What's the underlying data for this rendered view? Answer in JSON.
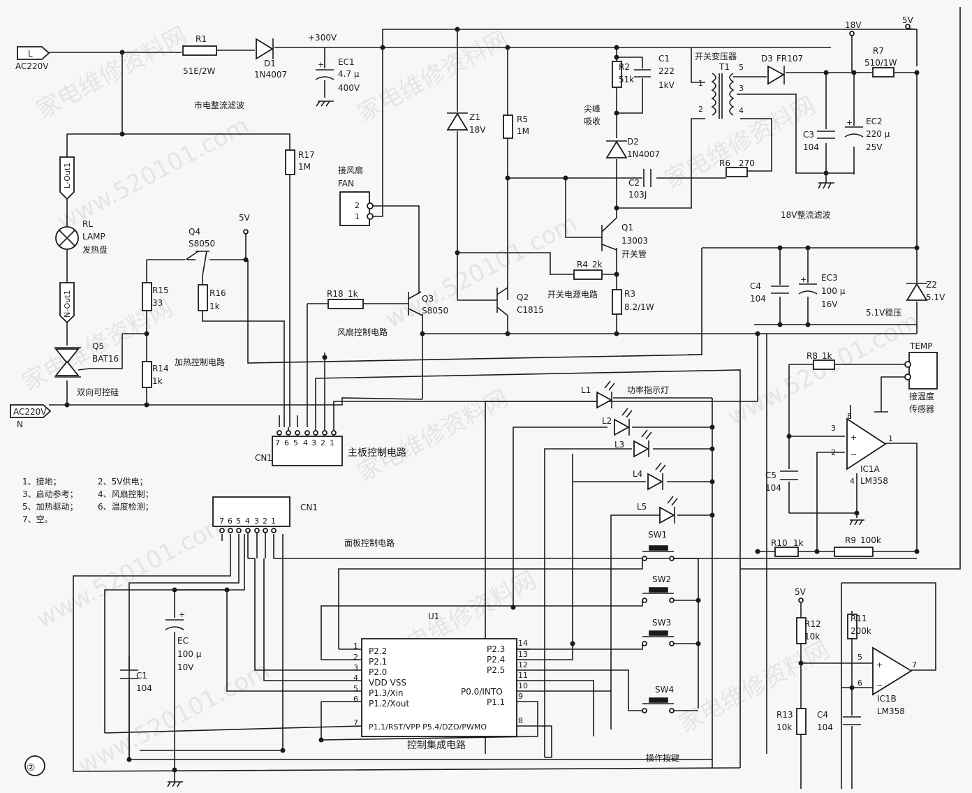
{
  "figure_number": "②",
  "watermark": [
    "家电维修资料网",
    "www.520101.com"
  ],
  "ac_inputs": {
    "line": "L",
    "line_label": "AC220V",
    "neutral_label": "AC220V",
    "neutral": "N"
  },
  "rails": {
    "hv": "+300V",
    "v18": "18V",
    "v5_top": "5V",
    "v5_q4": "5V",
    "v5_low": "5V"
  },
  "connectors": {
    "l_out": "L-Out1",
    "n_out": "N-Out1",
    "fan": "接风扇",
    "fan_sub": "FAN",
    "fan_pins": [
      "2",
      "1"
    ],
    "temp": "TEMP",
    "temp_label1": "接温度",
    "temp_label2": "传感器",
    "cn1_top": "CN1",
    "cn1_bottom": "CN1",
    "cn1_pins": [
      "7",
      "6",
      "5",
      "4",
      "3",
      "2",
      "1"
    ]
  },
  "components": {
    "r1": [
      "R1",
      "51E/2W"
    ],
    "d1": [
      "D1",
      "1N4007"
    ],
    "ec1": [
      "EC1",
      "4.7 μ",
      "400V"
    ],
    "r17": [
      "R17",
      "1M"
    ],
    "z1": [
      "Z1",
      "18V"
    ],
    "r5": [
      "R5",
      "1M"
    ],
    "r2": [
      "R2",
      "51k"
    ],
    "c1": [
      "C1",
      "222",
      "1kV"
    ],
    "d2": [
      "D2",
      "1N4007"
    ],
    "c2": [
      "C2",
      "103J"
    ],
    "r6": [
      "R6",
      "270"
    ],
    "t1": [
      "开关变压器",
      "T1"
    ],
    "t1_pins": [
      "1",
      "2",
      "5",
      "3",
      "4"
    ],
    "d3": [
      "D3",
      "FR107"
    ],
    "r7": [
      "R7",
      "510/1W"
    ],
    "c3": [
      "C3",
      "104"
    ],
    "ec2": [
      "EC2",
      "220 μ",
      "25V"
    ],
    "q1": [
      "Q1",
      "13003",
      "开关管"
    ],
    "r4": [
      "R4",
      "2k"
    ],
    "r3": [
      "R3",
      "8.2/1W"
    ],
    "q2": [
      "Q2",
      "C1815"
    ],
    "q3": [
      "Q3",
      "S8050"
    ],
    "r18": [
      "R18",
      "1k"
    ],
    "q4": [
      "Q4",
      "S8050"
    ],
    "r15": [
      "R15",
      "33"
    ],
    "r16": [
      "R16",
      "1k"
    ],
    "r14": [
      "R14",
      "1k"
    ],
    "q5": [
      "Q5",
      "BAT16"
    ],
    "rl": [
      "RL",
      "LAMP",
      "发热盘"
    ],
    "c4a": [
      "C4",
      "104"
    ],
    "ec3": [
      "EC3",
      "100 μ",
      "16V"
    ],
    "z2": [
      "Z2",
      "5.1V"
    ],
    "r8": [
      "R8",
      "1k"
    ],
    "c5": [
      "C5",
      "104"
    ],
    "ic1a": [
      "IC1A",
      "LM358"
    ],
    "ic1a_pins": [
      "3",
      "2",
      "8",
      "4",
      "1"
    ],
    "r10": [
      "R10",
      "1k"
    ],
    "r9": [
      "R9",
      "100k"
    ],
    "r12": [
      "R12",
      "10k"
    ],
    "r11": [
      "R11",
      "200k"
    ],
    "r13": [
      "R13",
      "10k"
    ],
    "c4b": [
      "C4",
      "104"
    ],
    "ic1b": [
      "IC1B",
      "LM358"
    ],
    "ic1b_pins": [
      "5",
      "6",
      "7"
    ],
    "ec_panel": [
      "EC",
      "100 μ",
      "10V"
    ],
    "c1_panel": [
      "C1",
      "104"
    ],
    "leds": [
      "L1",
      "L2",
      "L3",
      "L4",
      "L5"
    ],
    "switches": [
      "SW1",
      "SW2",
      "SW3",
      "SW4"
    ]
  },
  "u1": {
    "name": "U1",
    "left_pins": [
      "1",
      "2",
      "3",
      "4",
      "5",
      "6",
      "7"
    ],
    "left_labels": [
      "P2.2",
      "P2.1",
      "P2.0",
      "VDD VSS",
      "P1.3/Xin",
      "P1.2/Xout",
      "P1.1/RST/VPP P5.4/DZO/PWMO"
    ],
    "right_pins": [
      "14",
      "13",
      "12",
      "11",
      "10",
      "9",
      "8"
    ],
    "right_labels": [
      "P2.3",
      "P2.4",
      "P2.5",
      "P0.0/INTO",
      "P1.1"
    ]
  },
  "section_labels": {
    "rectify": "市电整流滤波",
    "spike": "尖峰",
    "absorb": "吸收",
    "smps": "开关电源电路",
    "fan_ctrl": "风扇控制电路",
    "heat_ctrl": "加热控制电路",
    "triac": "双向可控硅",
    "main_board": "主板控制电路",
    "rect18": "18V整流滤波",
    "reg51": "5.1V稳压",
    "power_led": "功率指示灯",
    "panel": "面板控制电路",
    "ic": "控制集成电路",
    "keys": "操作按键"
  },
  "legend": [
    "1、接地；",
    "2、5V供电；",
    "3、启动参考；",
    "4、风扇控制；",
    "5、加热驱动；",
    "6、温度检测；",
    "7、空。"
  ]
}
